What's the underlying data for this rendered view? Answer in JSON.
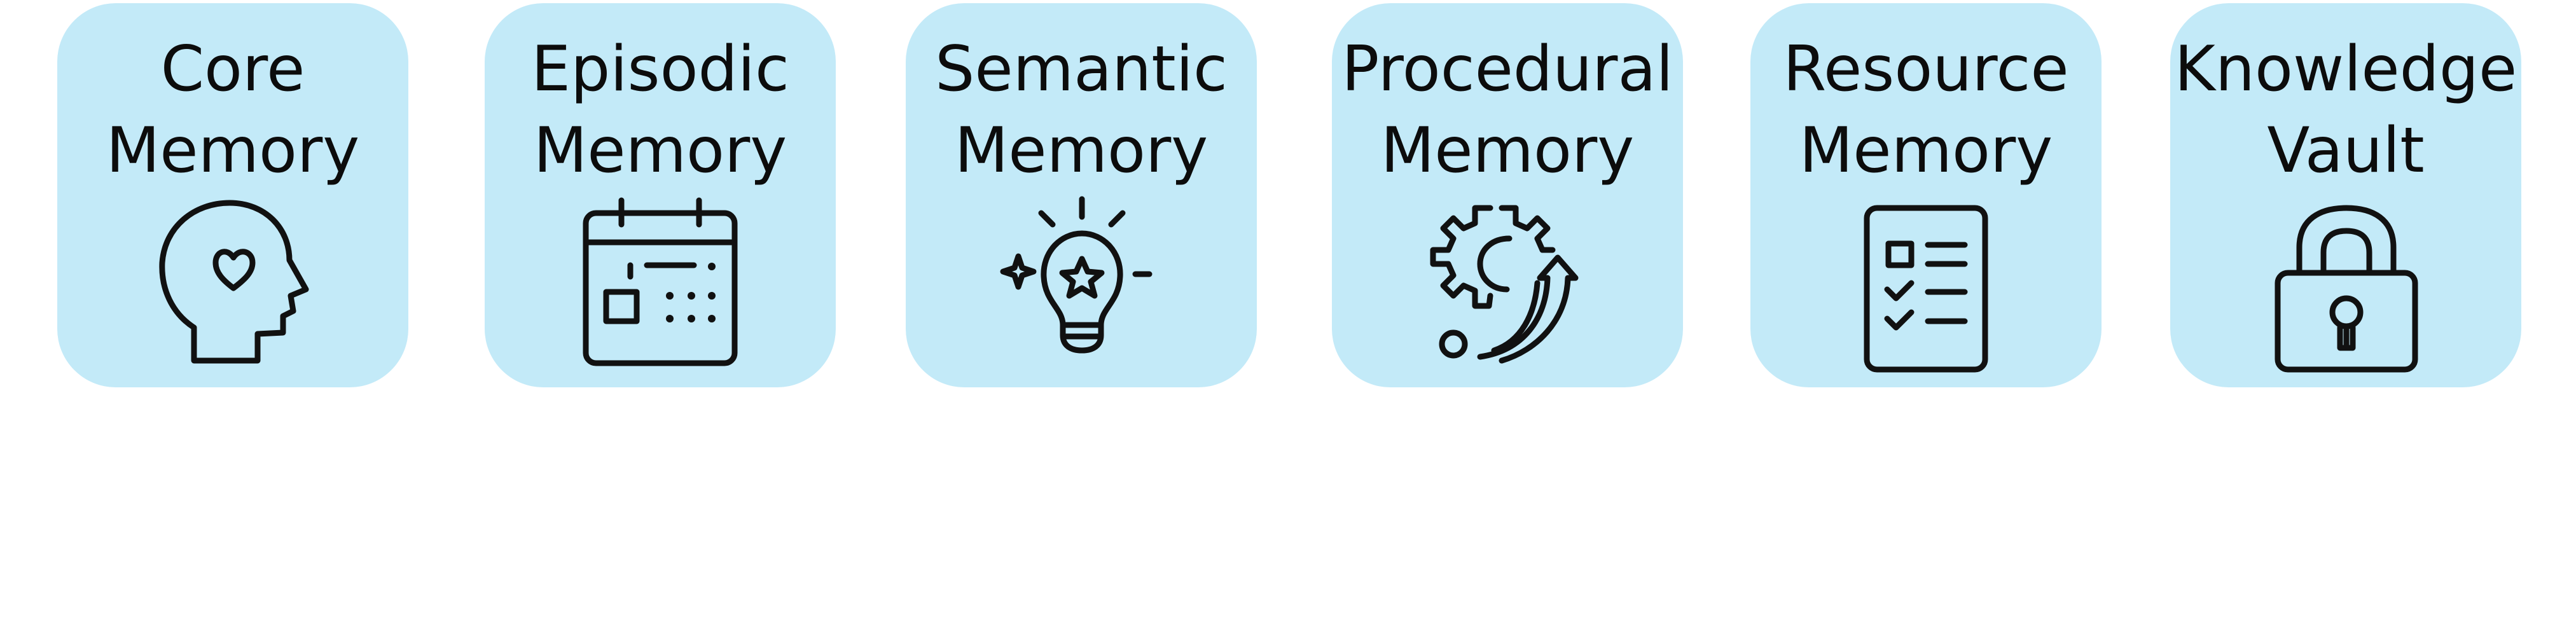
{
  "cards": [
    {
      "line1": "Core",
      "line2": "Memory",
      "icon": "head-heart-icon"
    },
    {
      "line1": "Episodic",
      "line2": "Memory",
      "icon": "calendar-icon"
    },
    {
      "line1": "Semantic",
      "line2": "Memory",
      "icon": "lightbulb-star-icon"
    },
    {
      "line1": "Procedural",
      "line2": "Memory",
      "icon": "gear-arrow-icon"
    },
    {
      "line1": "Resource",
      "line2": "Memory",
      "icon": "checklist-icon"
    },
    {
      "line1": "Knowledge",
      "line2": "Vault",
      "icon": "padlock-icon"
    }
  ],
  "colors": {
    "card_fill": "#c3eaf8",
    "text": "#0c0c0c",
    "icon_stroke": "#111111",
    "background": "#ffffff"
  }
}
